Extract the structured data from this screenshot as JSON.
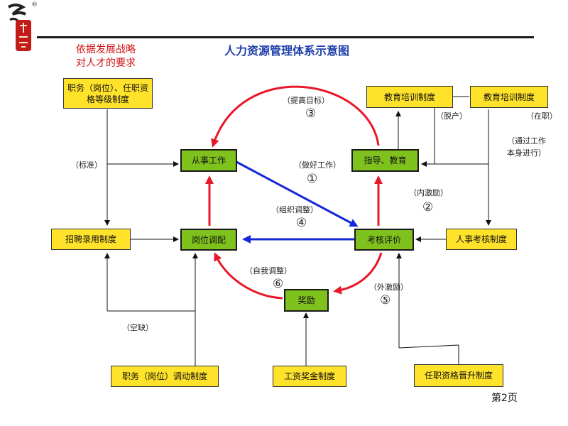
{
  "header": {
    "title": "人力资源管理体系示意图",
    "note": "依据发展战略\n对人才的要求",
    "logo_symbol": "®"
  },
  "boxes": {
    "zhiwu_top": "职务（岗位）、任职资格等级制度",
    "edu_left": "教育培训制度",
    "edu_right": "教育培训制度",
    "congshi": "从事工作",
    "zhidao": "指导、教育",
    "zhaopin": "招聘录用制度",
    "gangwei": "岗位调配",
    "kaohe": "考核评价",
    "renshi": "人事考核制度",
    "jiangli": "奖励",
    "zhiwu_bottom": "职务（岗位）调动制度",
    "gongzi": "工资奖金制度",
    "renzhi": "任职资格晋升制度"
  },
  "labels": {
    "tigao": "（提高目标）",
    "tuochan": "（脱产）",
    "zaizhi": "（在职）",
    "tongguo": "（通过工作\n本身进行）",
    "biaozhun": "（标准）",
    "zuohao": "（做好工作）",
    "neijili": "（内激励）",
    "zuzhi": "（组织调整）",
    "ziwo": "（自我调整）",
    "waijili": "（外激励）",
    "kongque": "（空缺）"
  },
  "numbers": {
    "n1": "①",
    "n2": "②",
    "n3": "③",
    "n4": "④",
    "n5": "⑤",
    "n6": "⑥"
  },
  "footer": {
    "page": "第2页"
  },
  "colors": {
    "box_yellow": "#ffe22a",
    "box_green": "#7fc21e",
    "arrow_red": "#e8182a",
    "arrow_blue": "#1428d8",
    "title_blue": "#1f3fa8",
    "note_red": "#d01010"
  }
}
